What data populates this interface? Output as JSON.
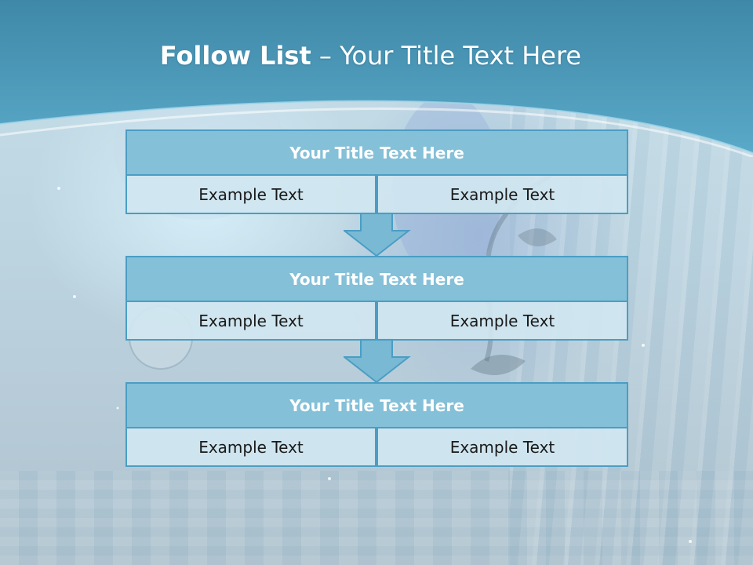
{
  "slide": {
    "title_strong": "Follow List",
    "title_separator": " – ",
    "title_rest": "Your Title Text Here"
  },
  "blocks": [
    {
      "title": "Your Title Text Here",
      "left_text": "Example Text",
      "right_text": "Example Text"
    },
    {
      "title": "Your Title Text Here",
      "left_text": "Example Text",
      "right_text": "Example Text"
    },
    {
      "title": "Your Title Text Here",
      "left_text": "Example Text",
      "right_text": "Example Text"
    }
  ],
  "colors": {
    "header": "#4f9fc0",
    "title_fill": "#84c0d8",
    "border": "#4b9dc3",
    "cell_fill": "#d0e6f0",
    "arrow_fill": "#79b9d4"
  }
}
